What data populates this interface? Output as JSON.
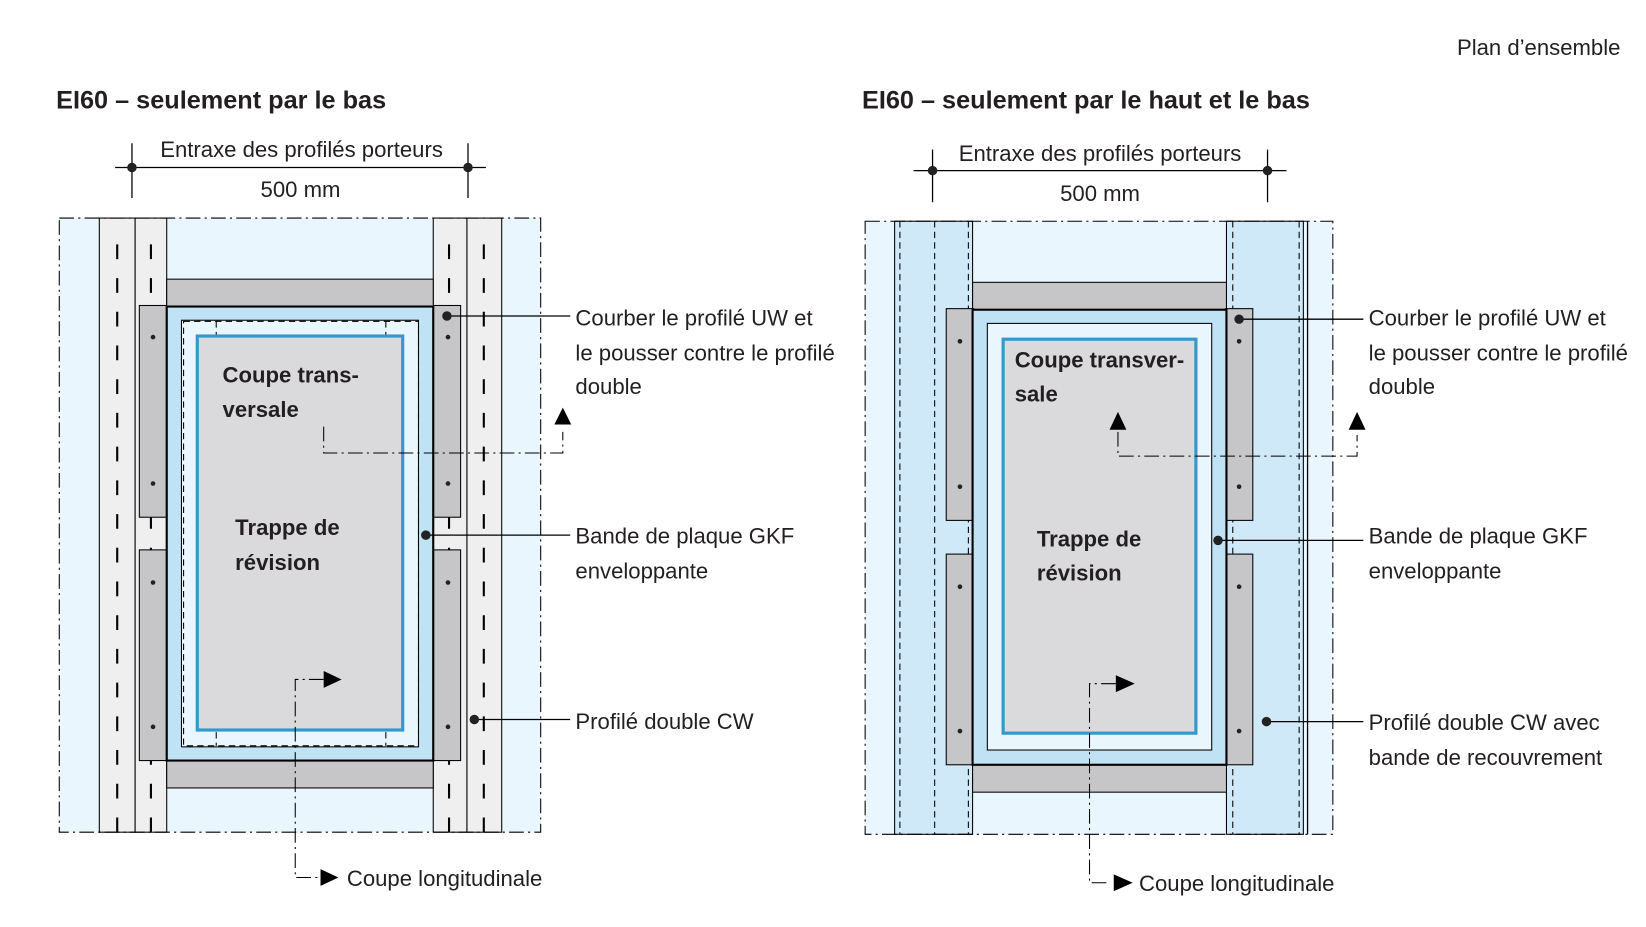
{
  "header": {
    "page_label": "Plan d’ensemble"
  },
  "colors": {
    "panel_light_blue": "#eaf6fd",
    "band_blue": "#bfe3f5",
    "stud_gray": "#efefef",
    "profile_gray": "#c6c6c8",
    "hatch_gray": "#dadadc",
    "frame_blue": "#3399cc"
  },
  "diagrams": [
    {
      "title": "EI60 – seulement par le bas",
      "dimension": {
        "label": "Entraxe des profilés porteurs",
        "value": "500 mm"
      },
      "inner_labels": {
        "section_transverse": [
          "Coupe trans-",
          "versale"
        ],
        "hatch": [
          "Trappe de",
          "révision"
        ]
      },
      "callouts": [
        {
          "lines": [
            "Courber le profilé UW et",
            "le pousser contre le profilé",
            "double"
          ]
        },
        {
          "lines": [
            "Bande de plaque GKF",
            "enveloppante"
          ]
        },
        {
          "lines": [
            "Profilé double CW"
          ]
        }
      ],
      "section_long": "Coupe longitudinale"
    },
    {
      "title": "EI60 – seulement par le haut et le bas",
      "dimension": {
        "label": "Entraxe des profilés porteurs",
        "value": "500 mm"
      },
      "inner_labels": {
        "section_transverse": [
          "Coupe transver-",
          "sale"
        ],
        "hatch": [
          "Trappe de",
          "révision"
        ]
      },
      "callouts": [
        {
          "lines": [
            "Courber le profilé UW et",
            "le pousser contre le profilé",
            "double"
          ]
        },
        {
          "lines": [
            "Bande de plaque GKF",
            "enveloppante"
          ]
        },
        {
          "lines": [
            "Profilé double CW avec",
            "bande de recouvrement"
          ]
        }
      ],
      "section_long": "Coupe longitudinale"
    }
  ]
}
